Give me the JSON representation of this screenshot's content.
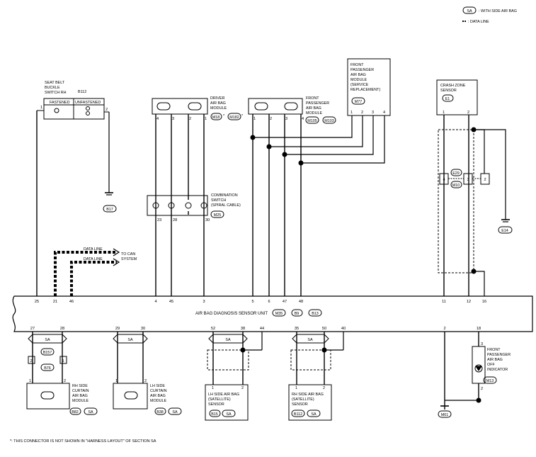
{
  "legend": {
    "sa_tag": "SA",
    "sa_text": ": WITH SIDE AIR BAG",
    "data_line_text": ": DATA LINE"
  },
  "footnote": "*: THIS CONNECTOR IS NOT SHOWN IN \"HARNESS LAYOUT\" OF SECTION SA",
  "sa_tag": "SA",
  "main_unit": {
    "label": "AIR BAG DIAGNOSIS SENSOR UNIT",
    "connectors": [
      "M35",
      "B9",
      "B13"
    ]
  },
  "main_pins_top": [
    "25",
    "21",
    "46",
    "4",
    "45",
    "3",
    "5",
    "6",
    "47",
    "48",
    "11",
    "12",
    "16"
  ],
  "main_pins_bottom": [
    "27",
    "28",
    "29",
    "30",
    "52",
    "38",
    "44",
    "35",
    "50",
    "40",
    "2",
    "18"
  ],
  "seat_belt": {
    "label": [
      "SEAT BELT",
      "BUCKLE",
      "SWITCH RH"
    ],
    "connector": "B112",
    "fastened": "FASTENED",
    "unfastened": "UNFASTENED",
    "pins": [
      "1",
      "2"
    ],
    "ground": "B17"
  },
  "driver_bag": {
    "label": [
      "DRIVER",
      "AIR BAG",
      "MODULE"
    ],
    "connectors": [
      "M18",
      "M182"
    ],
    "star": "*",
    "pins": [
      "4",
      "3",
      "2",
      "1"
    ]
  },
  "front_pass_bag": {
    "label": [
      "FRONT",
      "PASSENGER",
      "AIR BAG",
      "MODULE"
    ],
    "connectors": [
      "M105",
      "M103"
    ],
    "pins": [
      "1",
      "2",
      "3",
      "4"
    ]
  },
  "front_pass_service": {
    "label": [
      "FRONT",
      "PASSENGER",
      "AIR BAG",
      "MODULE",
      "(SERVICE",
      "REPLACEMENT)"
    ],
    "connector": "M77",
    "pins": [
      "1",
      "2",
      "3",
      "4"
    ]
  },
  "combination_switch": {
    "label": [
      "COMBINATION",
      "SWITCH",
      "(SPIRAL CABLE)"
    ],
    "connector": "M25",
    "pins": [
      "23",
      "28",
      "30"
    ]
  },
  "crash_zone": {
    "label": [
      "CRASH ZONE",
      "SENSOR"
    ],
    "connector": "E1",
    "pins": [
      "1",
      "2"
    ],
    "joint_connectors": [
      "E29",
      "M10"
    ],
    "joint_pins": [
      "4",
      "3",
      "2"
    ],
    "ground": "E14"
  },
  "data_line": {
    "label_a": "DATA LINE",
    "label_b": "DATA LINE",
    "to_text": [
      "TO CAN",
      "SYSTEM"
    ]
  },
  "rh_curtain": {
    "label": [
      "RH SIDE",
      "CURTAIN",
      "AIR BAG",
      "MODULE"
    ],
    "connector": "B82",
    "inline_connectors": [
      "B157",
      "B76"
    ],
    "pins": [
      "1",
      "2"
    ]
  },
  "lh_curtain": {
    "label": [
      "LH SIDE",
      "CURTAIN",
      "AIR BAG",
      "MODULE"
    ],
    "connector": "B38",
    "pins": [
      "1",
      "2"
    ]
  },
  "lh_side_sensor": {
    "label": [
      "LH SIDE AIR BAG",
      "(SATELLITE)",
      "SENSOR"
    ],
    "connector": "B15",
    "pins": [
      "1",
      "2"
    ]
  },
  "rh_side_sensor": {
    "label": [
      "RH SIDE AIR BAG",
      "(SATELLITE)",
      "SENSOR"
    ],
    "connector": "B112",
    "pins": [
      "1",
      "2"
    ]
  },
  "pass_indicator": {
    "label": [
      "FRONT",
      "PASSENGER",
      "AIR BAG",
      "OFF",
      "INDICATOR"
    ],
    "connector": "M13",
    "pins": [
      "3",
      "2"
    ],
    "ground": "M61"
  }
}
